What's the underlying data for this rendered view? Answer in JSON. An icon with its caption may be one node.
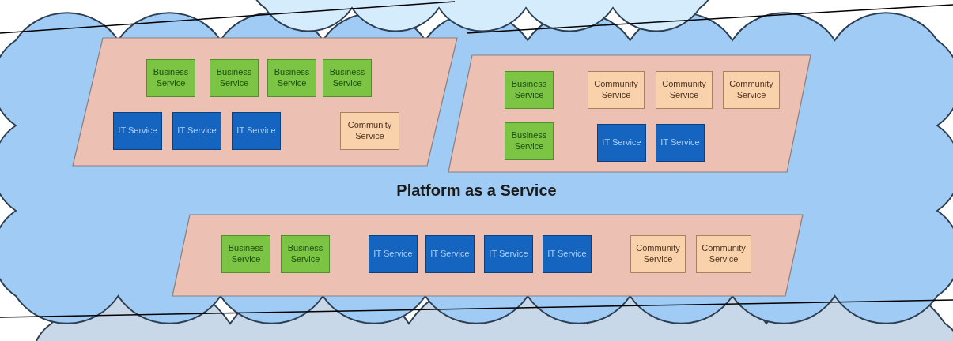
{
  "diagram": {
    "nodes": [
      {
        "text": [],
        "shape": "cloud"
      },
      {
        "text": [
          "Platform as a Service"
        ]
      },
      {
        "text": [],
        "shape": "parallelogram",
        "in": 1
      },
      {
        "text": [
          "Business Service"
        ],
        "in": 2
      },
      {
        "text": [
          "Business Service"
        ],
        "in": 2
      },
      {
        "text": [
          "Business Service"
        ],
        "in": 2
      },
      {
        "text": [
          "Business Service"
        ],
        "in": 2
      },
      {
        "text": [
          "IT Service"
        ],
        "in": 2
      },
      {
        "text": [
          "IT Service"
        ],
        "in": 2
      },
      {
        "text": [
          "IT Service"
        ],
        "in": 2
      },
      {
        "text": [
          "Community Service"
        ],
        "in": 2
      },
      {
        "text": [],
        "shape": "parallelogram",
        "in": 1
      },
      {
        "text": [
          "Business Service"
        ],
        "in": 11
      },
      {
        "text": [
          "Community Service"
        ],
        "in": 11
      },
      {
        "text": [
          "Community Service"
        ],
        "in": 11
      },
      {
        "text": [
          "Community Service"
        ],
        "in": 11
      },
      {
        "text": [
          "Business Service"
        ],
        "in": 11
      },
      {
        "text": [
          "IT Service"
        ],
        "in": 11
      },
      {
        "text": [
          "IT Service"
        ],
        "in": 11
      },
      {
        "text": [],
        "shape": "parallelogram",
        "in": 1
      },
      {
        "text": [
          "Business Service"
        ],
        "in": 19
      },
      {
        "text": [
          "Business Service"
        ],
        "in": 19
      },
      {
        "text": [
          "IT Service"
        ],
        "in": 19
      },
      {
        "text": [
          "IT Service"
        ],
        "in": 19
      },
      {
        "text": [
          "IT Service"
        ],
        "in": 19
      },
      {
        "text": [
          "IT Service"
        ],
        "in": 19
      },
      {
        "text": [
          "Community Service"
        ],
        "in": 19
      },
      {
        "text": [
          "Community Service"
        ],
        "in": 19
      },
      {
        "text": [],
        "shape": "cloud"
      }
    ]
  }
}
